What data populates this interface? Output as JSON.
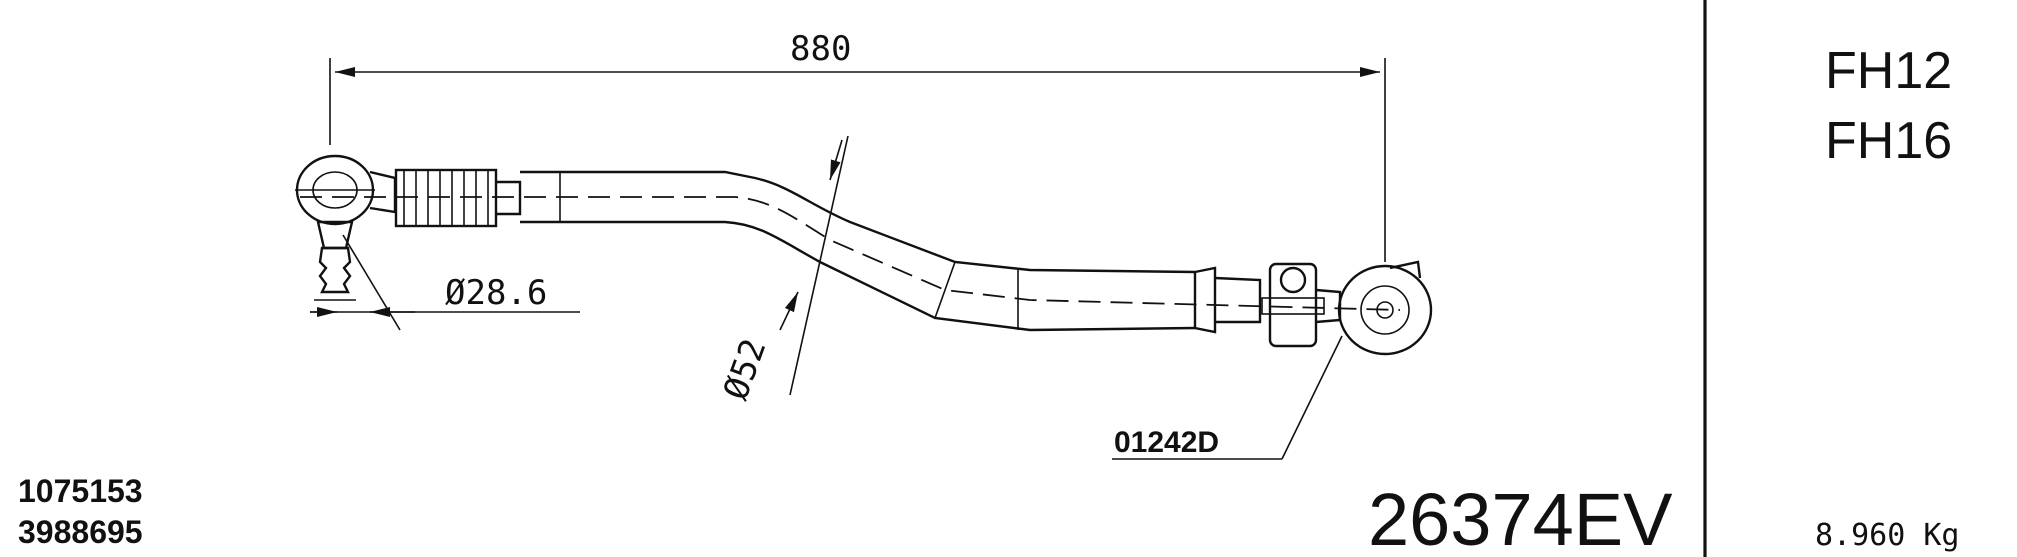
{
  "dimensions": {
    "overall_length": "880",
    "ball_pin_diameter": "Ø28.6",
    "tube_diameter": "Ø52"
  },
  "reference_code": "01242D",
  "part_number": "26374EV",
  "oem_numbers": [
    "1075153",
    "3988695"
  ],
  "models": [
    "FH12",
    "FH16"
  ],
  "weight": "8.960 Kg",
  "icons": [
    "tie-rod-drawing",
    "dimension-arrow"
  ]
}
